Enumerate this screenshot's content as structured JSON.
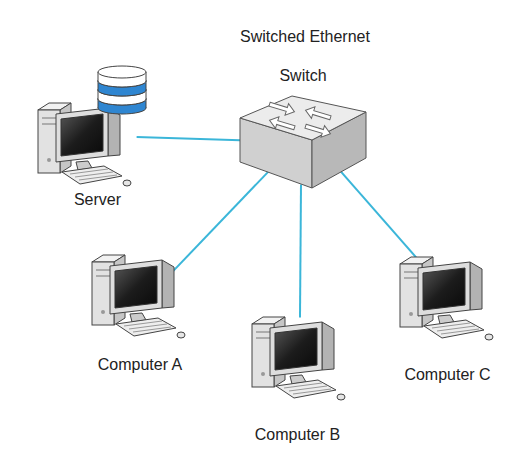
{
  "diagram": {
    "title": "Switched Ethernet",
    "nodes": [
      {
        "text": [
          "Switch"
        ]
      },
      {
        "text": [
          "Server"
        ]
      },
      {
        "text": [
          "Computer A"
        ]
      },
      {
        "text": [
          "Computer B"
        ]
      },
      {
        "text": [
          "Computer C"
        ]
      }
    ],
    "edges": [
      {
        "from": 0,
        "to": 1,
        "arrow": "none"
      },
      {
        "from": 0,
        "to": 2,
        "arrow": "none"
      },
      {
        "from": 0,
        "to": 3,
        "arrow": "none"
      },
      {
        "from": 0,
        "to": 4,
        "arrow": "none"
      }
    ]
  }
}
